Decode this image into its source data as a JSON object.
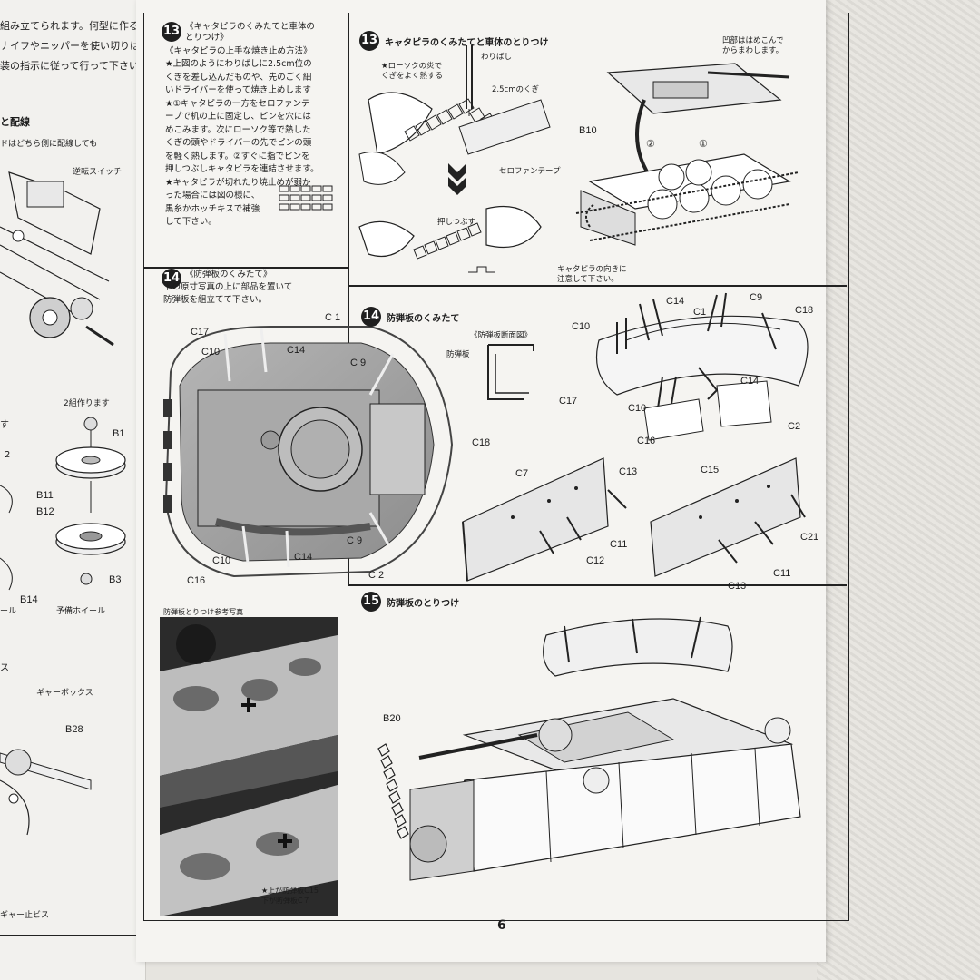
{
  "left_column": {
    "lines": [
      "組み立てられます。何型に作る",
      "ナイフやニッパーを使い切りは",
      "装の指示に従って行って下さい。"
    ],
    "heading": "と配線",
    "note": "ドはどちら側に配線しても",
    "switch_label": "逆転スイッチ",
    "pair_note": "2組作ります",
    "labels": [
      "B1",
      "B11",
      "B12",
      "B3",
      "B14",
      "B28"
    ],
    "spare_wheel": "予備ホイール",
    "wheel_suffix": "ール",
    "gearbox": "ギャーボックス",
    "gear_screw": "ギャー止ビス",
    "fragments": [
      "す",
      "2",
      "ス"
    ]
  },
  "step13_text": {
    "number": "13",
    "title": "《キャタピラのくみたてと車体の\nとりつけ》",
    "subtitle": "《キャタピラの上手な焼き止め方法》",
    "body": "★上図のようにわりばしに2.5cm位の\nくぎを差し込んだものや、先のごく細\nいドライバーを使って焼き止めします\n★①キャタピラの一方をセロファンテ\nープで机の上に固定し、ピンを穴には\nめこみます。次にローソク等で熱した\nくぎの頭やドライバーの先でピンの頭\nを軽く熱します。②すぐに指でピンを\n押しつぶしキャタピラを連結させます。\n★キャタピラが切れたり焼止めが弱か\nった場合には図の様に、\n黒糸かホッチキスで補強\nして下さい。"
  },
  "step13_fig": {
    "number": "13",
    "title": "キャタピラのくみたてと車体のとりつけ",
    "candle_note": "★ローソクの炎で\nくぎをよく熱する",
    "chopstick": "わりばし",
    "nail": "2.5cmのくぎ",
    "tape": "セロファンテープ",
    "press": "押しつぶす",
    "push_in": "凹部ははめこんで\nからまわします。",
    "b10": "B10",
    "track_dir": "キャタピラの向きに\n注意して下さい。",
    "marks": [
      "①",
      "②"
    ]
  },
  "step14_text": {
    "number": "14",
    "title": "《防弾板のくみたて》",
    "body": "下の原寸写真の上に部品を置いて\n防弾板を組立てて下さい。",
    "labels": [
      "C17",
      "C 1",
      "C10",
      "C14",
      "C 9",
      "C18",
      "C 9",
      "C10",
      "C14",
      "C16",
      "C 2"
    ]
  },
  "step14_fig": {
    "number": "14",
    "title": "防弾板のくみたて",
    "section_title": "《防弾板断面図》",
    "plate": "防弾板",
    "labels": [
      "C14",
      "C9",
      "C10",
      "C1",
      "C18",
      "C17",
      "C14",
      "C10",
      "C2",
      "C16",
      "C7",
      "C13",
      "C11",
      "C12",
      "C15",
      "C21",
      "C11",
      "C13"
    ]
  },
  "ref_photo": {
    "caption": "防弾板とりつけ参考写真",
    "note": "★上が防弾板C15\n下が防弾板C７"
  },
  "step15": {
    "number": "15",
    "title": "防弾板のとりつけ",
    "b20": "B20"
  },
  "page_number": "6"
}
